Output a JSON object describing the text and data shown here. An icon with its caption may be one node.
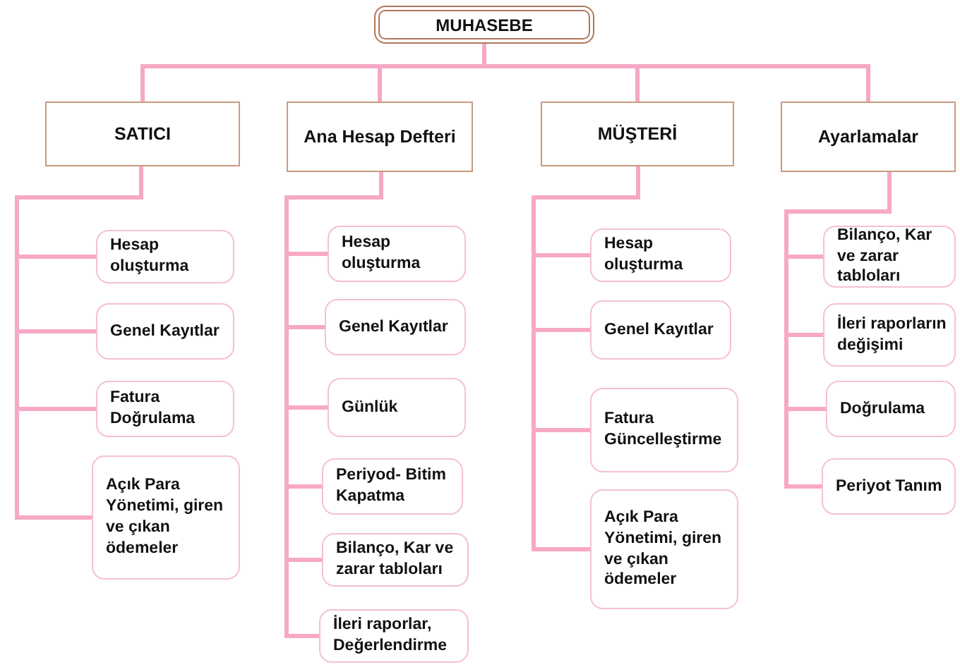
{
  "diagram": {
    "nodes": [
      {
        "text": [
          "MUHASEBE"
        ]
      },
      {
        "text": [
          "SATICI"
        ]
      },
      {
        "text": [
          "Ana Hesap Defteri"
        ]
      },
      {
        "text": [
          "MÜŞTERİ"
        ]
      },
      {
        "text": [
          "Ayarlamalar"
        ]
      },
      {
        "text": [
          "Hesap oluşturma"
        ]
      },
      {
        "text": [
          "Genel Kayıtlar"
        ]
      },
      {
        "text": [
          "Fatura Doğrulama"
        ]
      },
      {
        "text": [
          "Açık Para Yönetimi, giren ve çıkan ödemeler"
        ]
      },
      {
        "text": [
          "Hesap oluşturma"
        ]
      },
      {
        "text": [
          "Genel Kayıtlar"
        ]
      },
      {
        "text": [
          "Günlük"
        ]
      },
      {
        "text": [
          "Periyod- Bitim Kapatma"
        ]
      },
      {
        "text": [
          "Bilanço, Kar ve zarar tabloları"
        ]
      },
      {
        "text": [
          "İleri raporlar, Değerlendirme"
        ]
      },
      {
        "text": [
          "Hesap oluşturma"
        ]
      },
      {
        "text": [
          "Genel Kayıtlar"
        ]
      },
      {
        "text": [
          "Fatura Güncelleştirme"
        ]
      },
      {
        "text": [
          "Açık Para Yönetimi, giren ve çıkan ödemeler"
        ]
      },
      {
        "text": [
          "Bilanço, Kar ve zarar tabloları"
        ]
      },
      {
        "text": [
          "İleri raporların değişimi"
        ]
      },
      {
        "text": [
          "Doğrulama"
        ]
      },
      {
        "text": [
          "Periyot Tanım"
        ]
      }
    ],
    "edges": [
      {
        "from": 0,
        "to": 1,
        "arrow": "none"
      },
      {
        "from": 0,
        "to": 2,
        "arrow": "none"
      },
      {
        "from": 0,
        "to": 3,
        "arrow": "none"
      },
      {
        "from": 0,
        "to": 4,
        "arrow": "none"
      },
      {
        "from": 1,
        "to": 5,
        "arrow": "none"
      },
      {
        "from": 1,
        "to": 6,
        "arrow": "none"
      },
      {
        "from": 1,
        "to": 7,
        "arrow": "none"
      },
      {
        "from": 1,
        "to": 8,
        "arrow": "none"
      },
      {
        "from": 2,
        "to": 9,
        "arrow": "none"
      },
      {
        "from": 2,
        "to": 10,
        "arrow": "none"
      },
      {
        "from": 2,
        "to": 11,
        "arrow": "none"
      },
      {
        "from": 2,
        "to": 12,
        "arrow": "none"
      },
      {
        "from": 2,
        "to": 13,
        "arrow": "none"
      },
      {
        "from": 2,
        "to": 14,
        "arrow": "none"
      },
      {
        "from": 3,
        "to": 15,
        "arrow": "none"
      },
      {
        "from": 3,
        "to": 16,
        "arrow": "none"
      },
      {
        "from": 3,
        "to": 17,
        "arrow": "none"
      },
      {
        "from": 3,
        "to": 18,
        "arrow": "none"
      },
      {
        "from": 4,
        "to": 19,
        "arrow": "none"
      },
      {
        "from": 4,
        "to": 20,
        "arrow": "none"
      },
      {
        "from": 4,
        "to": 21,
        "arrow": "none"
      },
      {
        "from": 4,
        "to": 22,
        "arrow": "none"
      }
    ]
  }
}
